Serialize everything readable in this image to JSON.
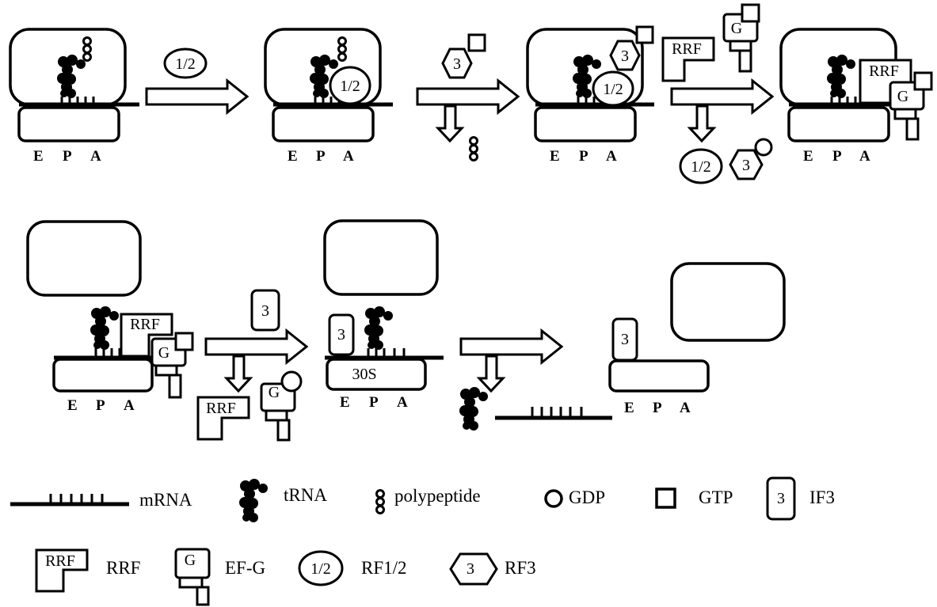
{
  "site_letters": [
    "E",
    "P",
    "A"
  ],
  "labels": {
    "rf12": "1/2",
    "rf3": "3",
    "if3": "3",
    "rrf": "RRF",
    "efg": "G",
    "subunit_30s": "30S"
  },
  "legend": {
    "mrna": "mRNA",
    "trna": "tRNA",
    "polypeptide": "polypeptide",
    "gdp": "GDP",
    "gtp": "GTP",
    "if3": "IF3",
    "rrf": "RRF",
    "efg": "EF-G",
    "rf12": "RF1/2",
    "rf3": "RF3"
  }
}
